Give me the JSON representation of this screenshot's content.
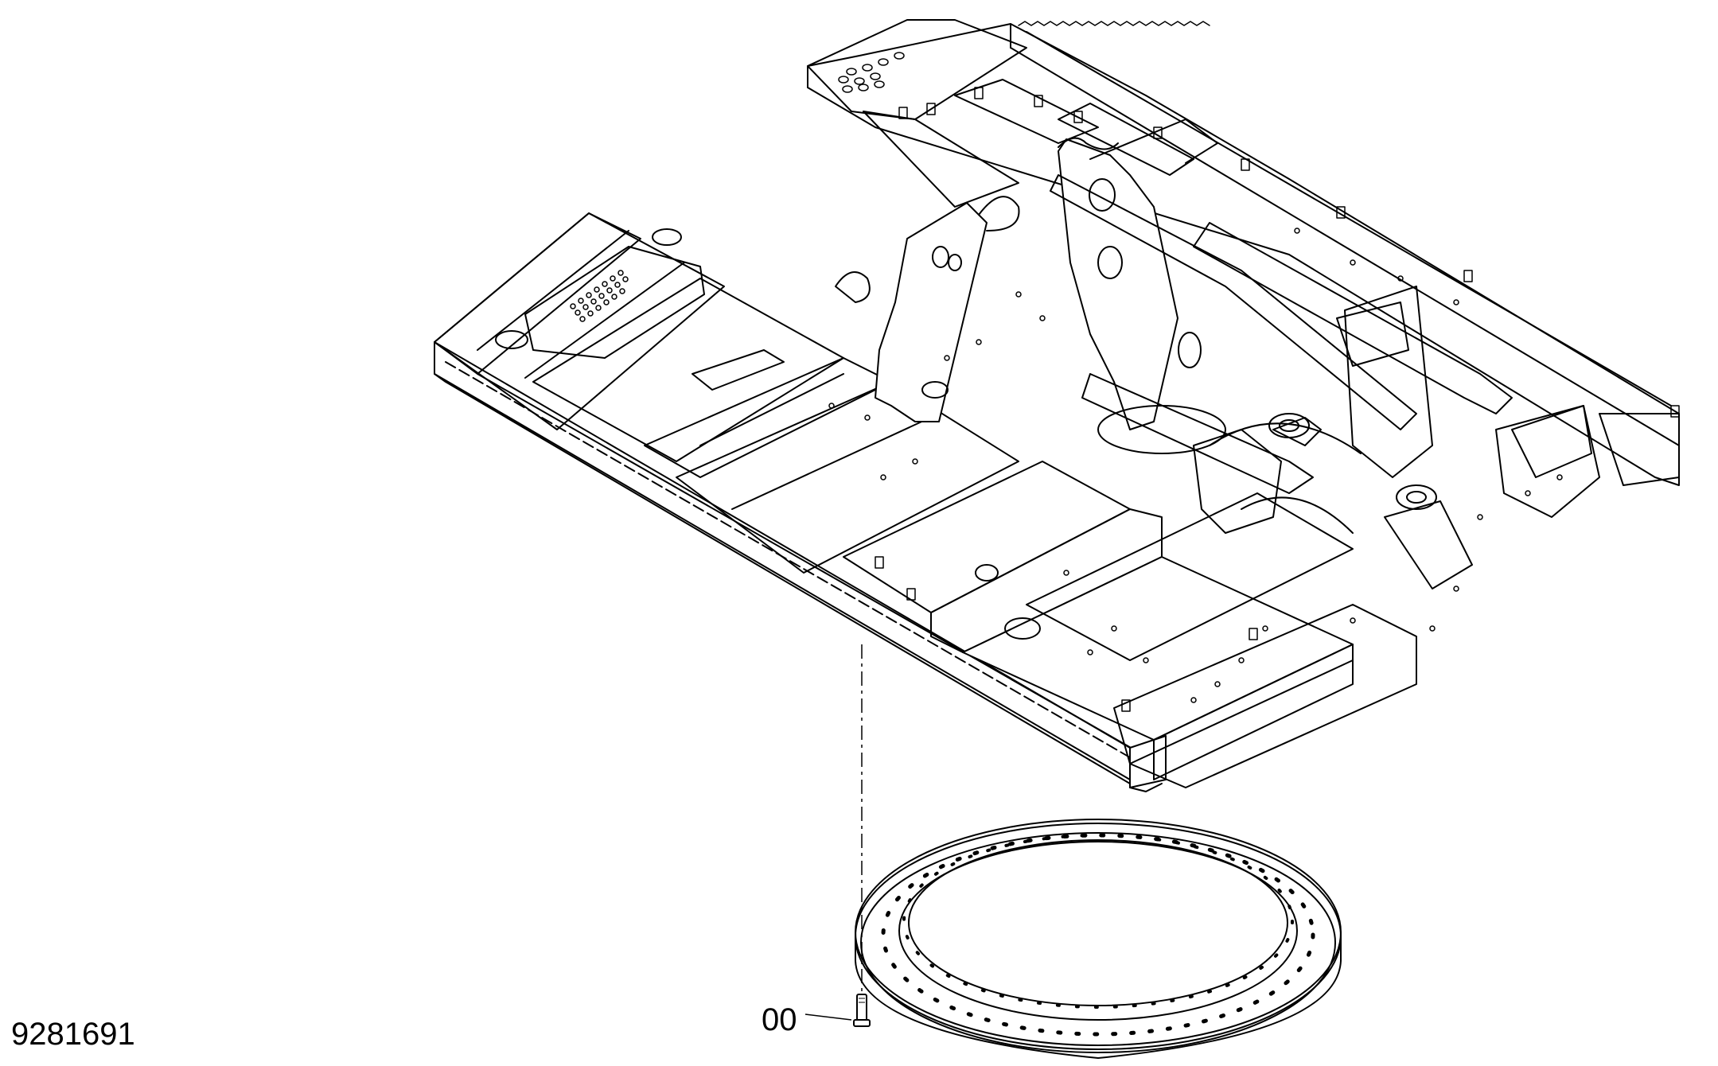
{
  "diagram": {
    "drawing_number": "9281691",
    "callouts": [
      {
        "label": "00",
        "part": "bolt"
      }
    ],
    "parts": [
      "upper-frame",
      "swing-bearing-ring",
      "mounting-bolt"
    ],
    "line_color": "#000000",
    "background": "#ffffff"
  }
}
